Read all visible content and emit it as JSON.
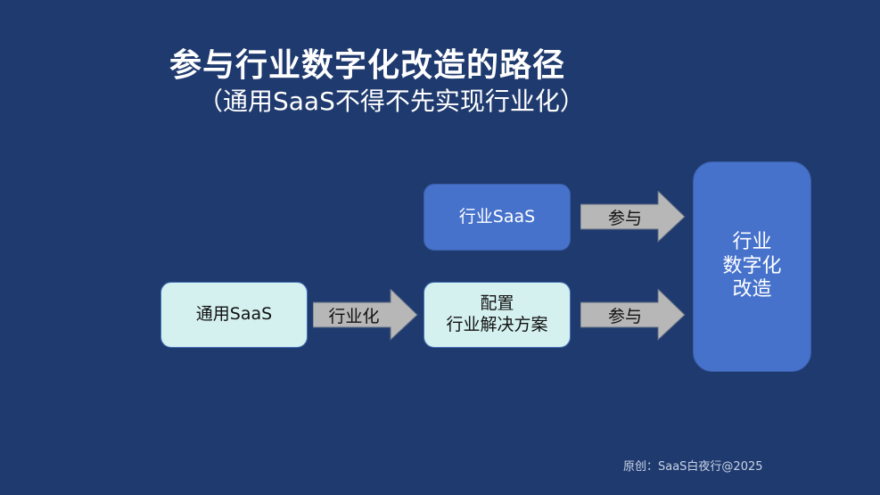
{
  "title": "参与行业数字化改造的路径",
  "subtitle": "（通用SaaS不得不先实现行业化）",
  "nodes": {
    "generic_saas": "通用SaaS",
    "industry_saas": "行业SaaS",
    "config_solution_line1": "配置",
    "config_solution_line2": "行业解决方案",
    "digital_line1": "行业",
    "digital_line2": "数字化",
    "digital_line3": "改造"
  },
  "arrows": {
    "industrialize": "行业化",
    "participate_top": "参与",
    "participate_bottom": "参与"
  },
  "footer": "原创：SaaS白夜行@2025",
  "colors": {
    "background": "#1F3A6E",
    "light_box": "#D4F1F0",
    "blue_box": "#4672CC",
    "arrow": "#B7B7B7"
  }
}
